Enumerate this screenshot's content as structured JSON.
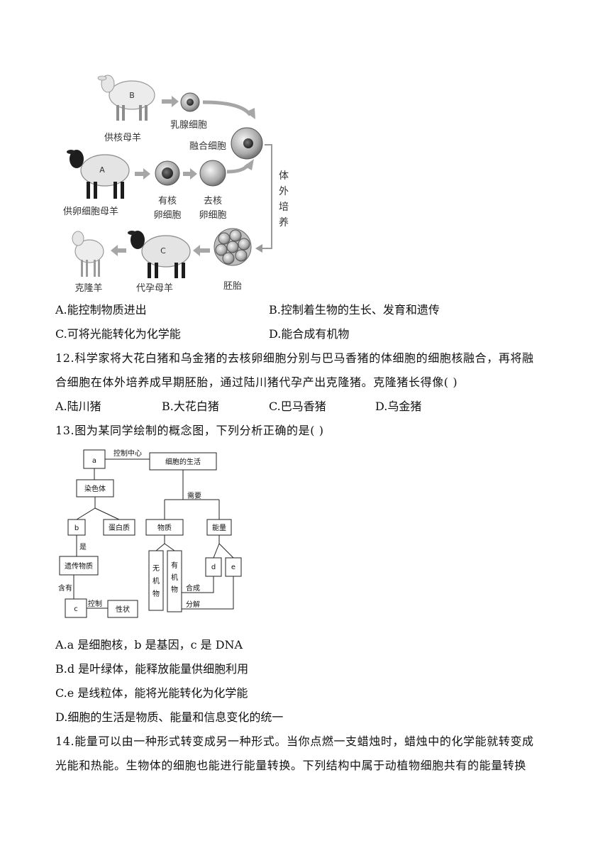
{
  "figure1": {
    "donor_nucleus_ewe": "供核母羊",
    "label_b": "B",
    "mammary_cell": "乳腺细胞",
    "fused_cell": "融合细胞",
    "label_a": "A",
    "donor_egg_ewe": "供卵细胞母羊",
    "nucleated_egg_1": "有核",
    "nucleated_egg_2": "卵细胞",
    "enucleated_egg_1": "去核",
    "enucleated_egg_2": "卵细胞",
    "in_vitro": [
      "体",
      "外",
      "培",
      "养"
    ],
    "clone_sheep": "克隆羊",
    "label_c": "C",
    "surrogate_ewe": "代孕母羊",
    "embryo": "胚胎"
  },
  "q11_options": {
    "a": "A.能控制物质进出",
    "b": "B.控制着生物的生长、发育和遗传",
    "c": "C.可将光能转化为化学能",
    "d": "D.能合成有机物"
  },
  "q12": {
    "line1": "12.科学家将大花白猪和乌金猪的去核卵细胞分别与巴马香猪的体细胞的细胞核融合，再将融",
    "line2": "合细胞在体外培养成早期胚胎，通过陆川猪代孕产出克隆猪。克隆猪长得像(    )",
    "options": [
      "A.陆川猪",
      "B.大花白猪",
      "C.巴马香猪",
      "D.乌金猪"
    ]
  },
  "q13": {
    "stem": "13.图为某同学绘制的概念图，下列分析正确的是(    )",
    "options": [
      "A.a 是细胞核，b 是基因，c 是 DNA",
      "B.d 是叶绿体，能释放能量供细胞利用",
      "C.e 是线粒体，能将光能转化为化学能",
      "D.细胞的生活是物质、能量和信息变化的统一"
    ]
  },
  "concept_map": {
    "a": "a",
    "control_center": "控制中心",
    "cell_life": "细胞的生活",
    "chromosome": "染色体",
    "needs": "需要",
    "b": "b",
    "protein": "蛋白质",
    "matter": "物质",
    "energy": "能量",
    "is": "是",
    "genetic_material": "遗传物质",
    "inorganic": [
      "无",
      "机",
      "物"
    ],
    "organic": [
      "有",
      "机",
      "物"
    ],
    "d": "d",
    "e": "e",
    "contains": "含有",
    "synthesis": "合成",
    "c": "c",
    "controls": "控制",
    "traits": "性状",
    "decompose": "分解"
  },
  "q14": {
    "line1": "14.能量可以由一种形式转变成另一种形式。当你点燃一支蜡烛时，蜡烛中的化学能就转变成",
    "line2": "光能和热能。生物体的细胞也能进行能量转换。下列结构中属于动植物细胞共有的能量转换"
  }
}
